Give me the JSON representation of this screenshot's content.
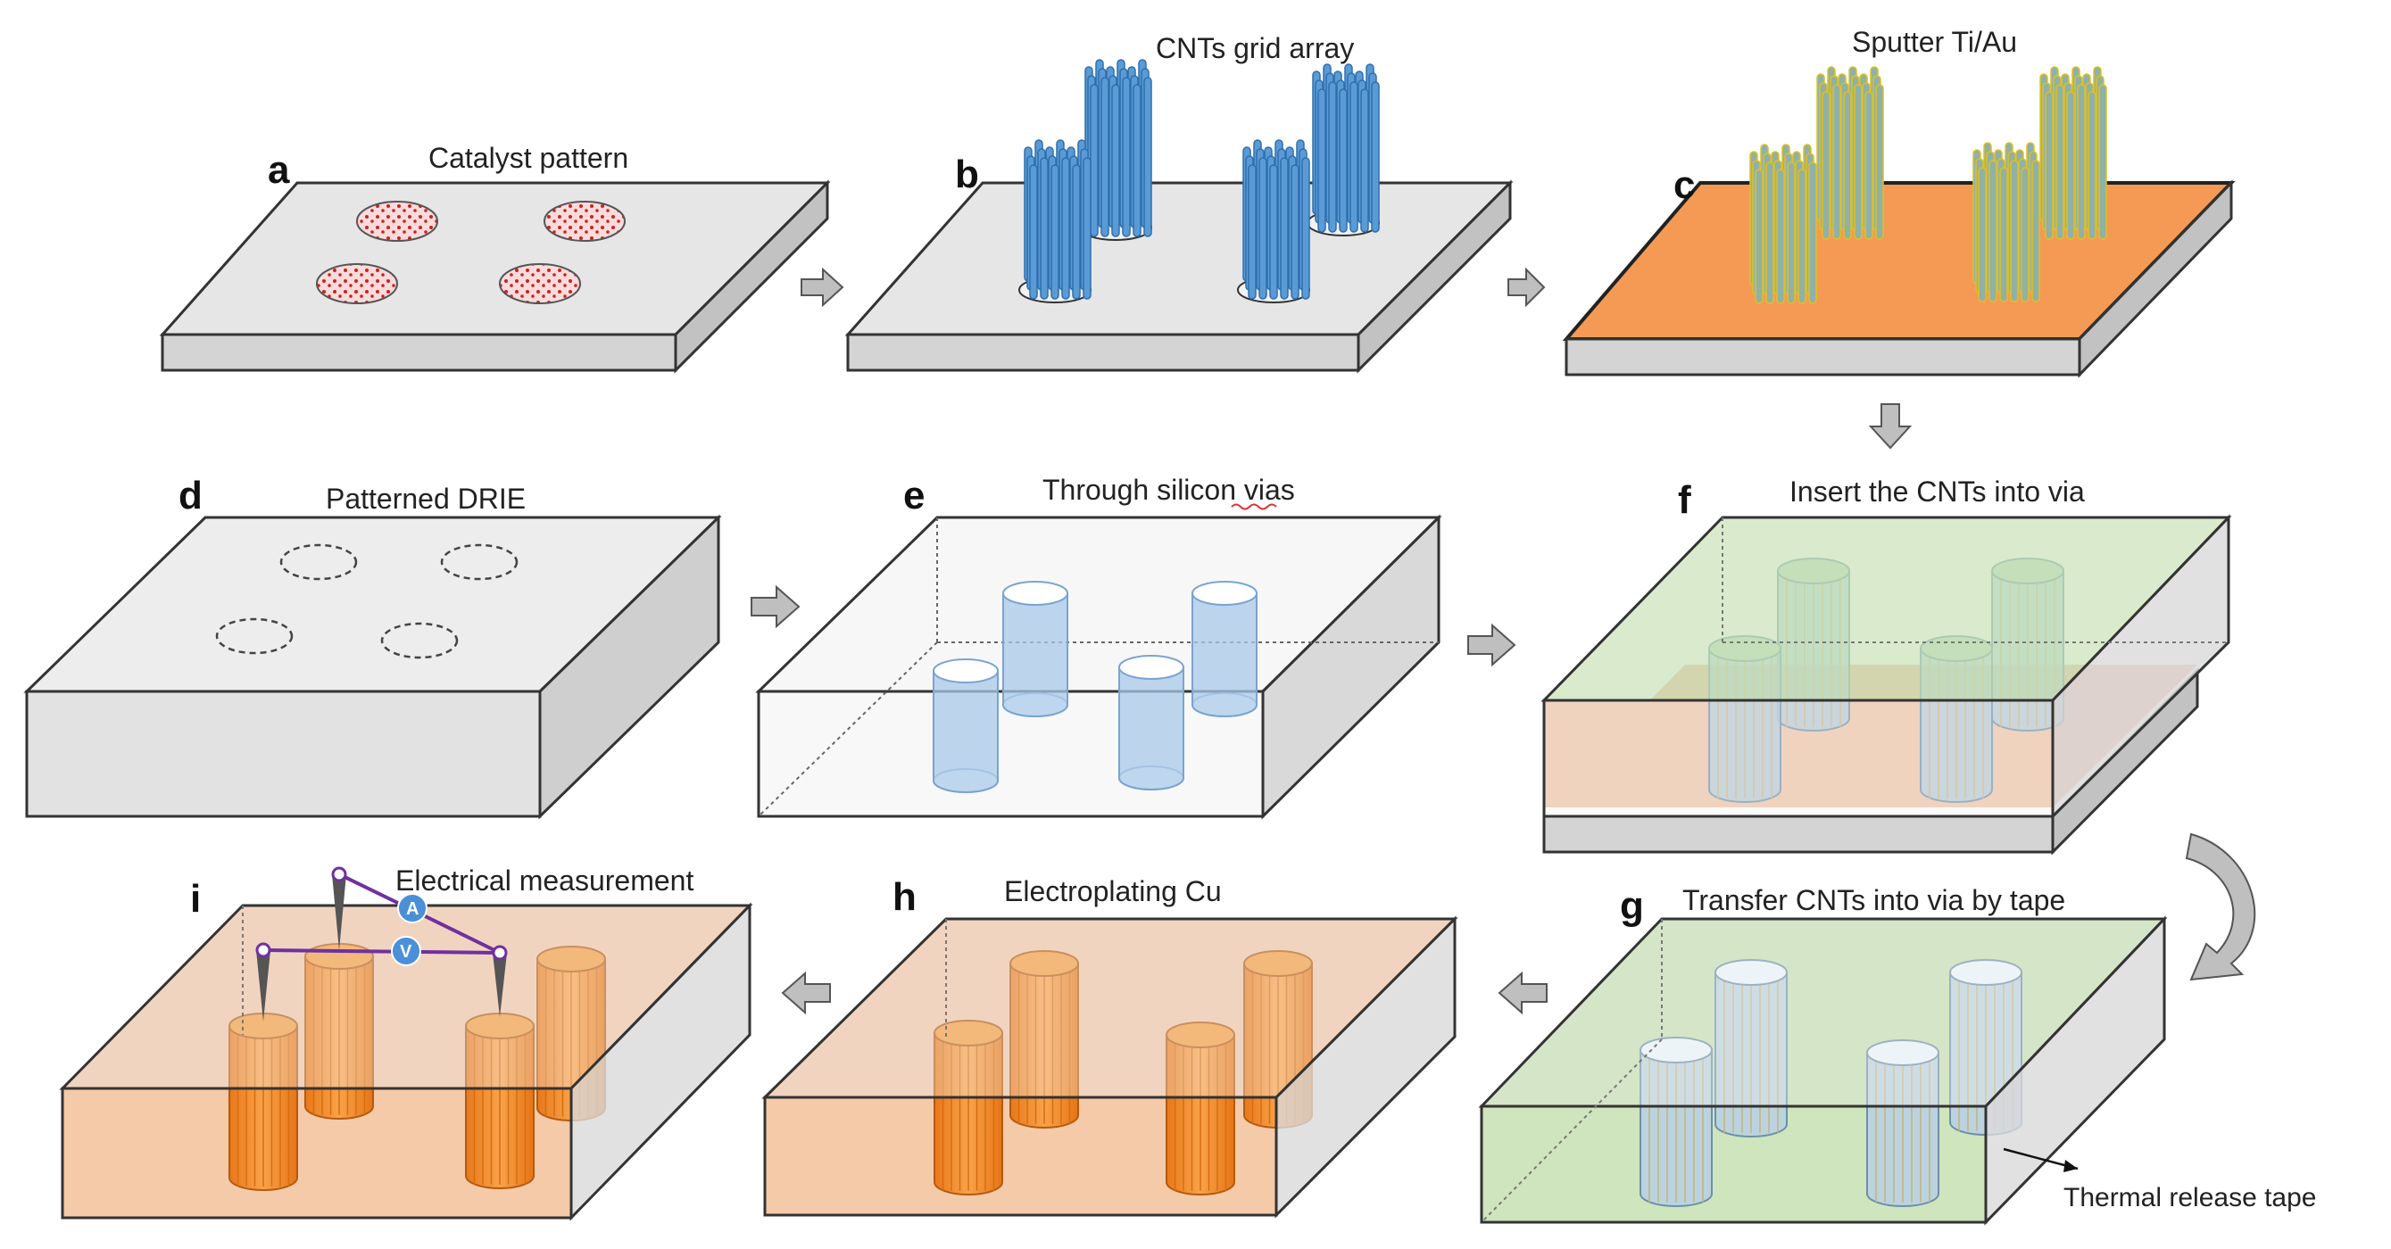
{
  "panels": {
    "a": {
      "letter": "a",
      "caption": "Catalyst pattern"
    },
    "b": {
      "letter": "b",
      "caption": "CNTs grid array"
    },
    "c": {
      "letter": "c",
      "caption": "Sputter Ti/Au"
    },
    "d": {
      "letter": "d",
      "caption": "Patterned DRIE"
    },
    "e": {
      "letter": "e",
      "caption": "Through silicon vias"
    },
    "f": {
      "letter": "f",
      "caption": "Insert the CNTs into via"
    },
    "g": {
      "letter": "g",
      "caption": "Transfer CNTs into via by tape",
      "note": "Thermal release tape"
    },
    "h": {
      "letter": "h",
      "caption": "Electroplating Cu"
    },
    "i": {
      "letter": "i",
      "caption": "Electrical measurement",
      "meter_a": "A",
      "meter_v": "V"
    }
  },
  "colors": {
    "wafer_top": "#e9e9e9",
    "wafer_side": "#d6d6d6",
    "metal_layer": "#f59a55",
    "cnt_blue": "#5b9bd5",
    "via_blue": "#a9c8ea",
    "tape_green": "#c6e0b4",
    "copper": "#f7931e",
    "copper_bottom": "#f2b48c",
    "arrow_gray": "#bfbfbf",
    "probe_purple": "#7030a0",
    "meter_blue": "#4a8fd8"
  }
}
